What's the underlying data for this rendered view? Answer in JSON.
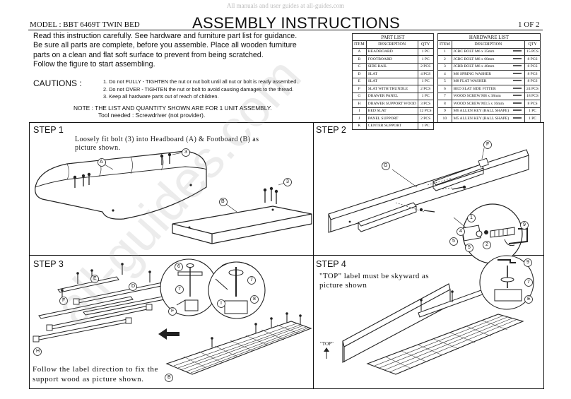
{
  "watermark_top": "All manuals and user guides at all-guides.com",
  "watermark_diagonal": "all-guides.com",
  "header": {
    "model": "MODEL : BBT 6469T TWIN BED",
    "title": "ASSEMBLY INSTRUCTIONS",
    "page": "1 OF 2"
  },
  "intro": [
    "Read this instruction carefully. See hardware and furniture part list for guidance.",
    "Be sure all parts are complete, before you assemble. Place all wooden furniture",
    "parts on a clean and flat soft surface to prevent from being scratched.",
    "Follow the figure to start assembling."
  ],
  "cautions": {
    "label": "CAUTIONS :",
    "items": [
      "1. Do not FULLY - TIGHTEN the nut or nut bolt until all nut or bolt is ready assembed.",
      "2. Do not OVER - TIGHTEN the nut or bolt to avoid causing damages to the thread.",
      "3. Keep all hardware parts out of reach of children."
    ]
  },
  "note": {
    "line1": "NOTE : THE LIST AND QUANTITY SHOWN ARE FOR 1 UNIT ASSEMBLY.",
    "line2": "Tool needed : Screwdriver (not provider)."
  },
  "part_list": {
    "caption": "PART LIST",
    "headers": [
      "ITEM",
      "DESCRIPTION",
      "QTY"
    ],
    "rows": [
      [
        "A",
        "HEADBOARD",
        "1 PC"
      ],
      [
        "B",
        "FOOTBOARD",
        "1 PC"
      ],
      [
        "C",
        "SIDE RAIL",
        "2 PCS"
      ],
      [
        "D",
        "SLAT",
        "4 PCS"
      ],
      [
        "E",
        "SLAT",
        "1 PC"
      ],
      [
        "F",
        "SLAT WITH TRUNDLE",
        "2 PCS"
      ],
      [
        "G",
        "DRAWER PANEL",
        "1 PC"
      ],
      [
        "H",
        "DRAWER SUPPORT WOOD",
        "3 PCS"
      ],
      [
        "I",
        "BED SLAT",
        "12 PCS"
      ],
      [
        "J",
        "PANEL SUPPORT",
        "2 PCS"
      ],
      [
        "K",
        "CENTER SUPPORT",
        "1 PC"
      ]
    ]
  },
  "hardware_list": {
    "caption": "HARDWARE LIST",
    "headers": [
      "ITEM",
      "DESCRIPTION",
      "QTY"
    ],
    "rows": [
      [
        "1",
        "JCBC BOLT M6 x 35mm",
        "15 PCS"
      ],
      [
        "2",
        "JCBC BOLT M6 x 60mm",
        "8 PCS"
      ],
      [
        "3",
        "JCBB BOLT M6 x 40mm",
        "8 PCS"
      ],
      [
        "4",
        "M6 SPRING WASHER",
        "8 PCS"
      ],
      [
        "5",
        "M8 FLAT WASHER",
        "8 PCS"
      ],
      [
        "6",
        "BED SLAT SIDE FITTER",
        "24 PCS"
      ],
      [
        "7",
        "WOOD SCREW M8 x 38mm",
        "18 PCS"
      ],
      [
        "8",
        "WOOD SCREW M3.5 x 16mm",
        "8 PCS"
      ],
      [
        "9",
        "M6 ALLEN KEY (BALL SHAPE)",
        "1 PC"
      ],
      [
        "10",
        "M5 ALLEN KEY (BALL SHAPE)",
        "1 PC"
      ]
    ]
  },
  "steps": {
    "step1": {
      "label": "STEP 1",
      "desc_lines": [
        "Loosely fit bolt (3) into Headboard (A) & Footboard (B) as",
        "picture shown."
      ],
      "callouts": [
        "A",
        "B",
        "3",
        "3"
      ]
    },
    "step2": {
      "label": "STEP 2",
      "callouts": [
        "G",
        "F",
        "1",
        "4",
        "5",
        "9",
        "2",
        "5"
      ]
    },
    "step3": {
      "label": "STEP 3",
      "desc_lines": [
        "Follow the label direction to fix the",
        "support wood as picture shown."
      ],
      "callouts": [
        "E",
        "D",
        "F",
        "H",
        "6",
        "7",
        "8",
        "7",
        "F",
        "I",
        "B"
      ]
    },
    "step4": {
      "label": "STEP 4",
      "desc_lines": [
        "\"TOP\" label must be skyward as",
        "picture shown"
      ],
      "top_label": "\"TOP\"",
      "callouts": [
        "9",
        "7",
        "E"
      ]
    }
  }
}
